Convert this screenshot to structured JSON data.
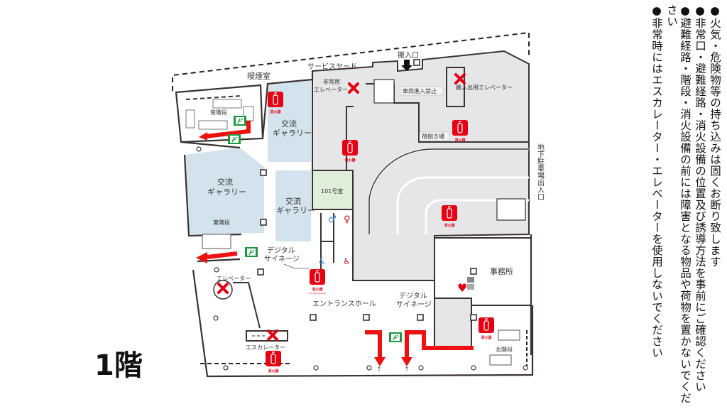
{
  "floor_label": "1階",
  "notes": [
    "●火気・危険物等の持ち込みは固くお断り致します",
    "●非常口・避難経路・消火設備の位置及び誘導方法を事前にご確認ください",
    "●避難経路・階段・消火設備の前には障害となる物品や荷物を置かないでください",
    "●非常時にはエスカレーター・エレベーターを使用しないでください"
  ],
  "labels": {
    "smoking_room": "喫煙室",
    "service_yard": "サービスヤード",
    "loading_entrance": "搬入口",
    "emergency_elevator_1": "非常用",
    "emergency_elevator_2": "エレベーター",
    "no_vehicle_entry": "車両進入禁止",
    "freight_elevator": "搬入出用エレベーター",
    "unloading_area": "荷捌き場",
    "south_stairs": "南階段",
    "gallery_1a": "交流",
    "gallery_1b": "ギャラリー",
    "gallery_2a": "交流",
    "gallery_2b": "ギャラリー",
    "gallery_3a": "交流",
    "gallery_3b": "ギャラリー",
    "room_101": "101号室",
    "underground_parking": "地下駐車場出入口",
    "east_stairs": "東階段",
    "digital_signage_1a": "デジタル",
    "digital_signage_1b": "サイネージ",
    "digital_signage_2a": "デジタル",
    "digital_signage_2b": "サイネージ",
    "office": "事務所",
    "elevator": "エレベーター",
    "entrance_hall": "エントランスホール",
    "escalator": "エスカレーター",
    "north_stairs": "北階段"
  },
  "extinguisher": {
    "label": "消火器",
    "sub": "Fire extinguisher"
  },
  "colors": {
    "gallery": "#d3e3ee",
    "room_101": "#dfeed8",
    "service_area": "#e6e6e8",
    "evacuation_arrow": "#ee1111",
    "exit_sign": "#1a9a3e",
    "extinguisher": "#e60012",
    "wall": "#3a3230"
  }
}
